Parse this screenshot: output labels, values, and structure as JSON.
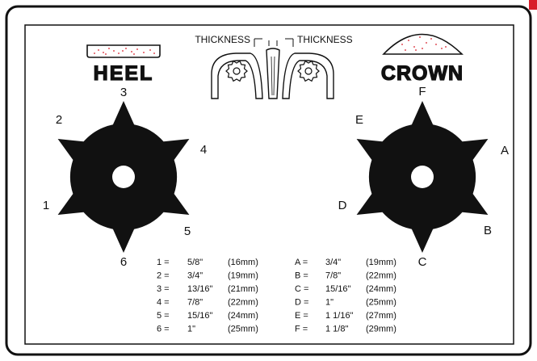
{
  "colors": {
    "outline": "#111111",
    "wheel": "#111111",
    "speckle": "#d81e2a",
    "background": "#ffffff"
  },
  "profiles": {
    "heel_title": "HEEL",
    "crown_title": "CROWN",
    "thickness_left": "THICKNESS",
    "thickness_right": "THICKNESS"
  },
  "heel_positions": [
    "1",
    "2",
    "3",
    "4",
    "5",
    "6"
  ],
  "crown_positions": [
    "A",
    "B",
    "C",
    "D",
    "E",
    "F"
  ],
  "heel_table": [
    {
      "key": "1 =",
      "inch": "5/8\"",
      "mm": "(16mm)"
    },
    {
      "key": "2 =",
      "inch": "3/4\"",
      "mm": "(19mm)"
    },
    {
      "key": "3 =",
      "inch": "13/16\"",
      "mm": "(21mm)"
    },
    {
      "key": "4 =",
      "inch": "7/8\"",
      "mm": "(22mm)"
    },
    {
      "key": "5 =",
      "inch": "15/16\"",
      "mm": "(24mm)"
    },
    {
      "key": "6 =",
      "inch": "1\"",
      "mm": "(25mm)"
    }
  ],
  "crown_table": [
    {
      "key": "A =",
      "inch": "3/4\"",
      "mm": "(19mm)"
    },
    {
      "key": "B =",
      "inch": "7/8\"",
      "mm": "(22mm)"
    },
    {
      "key": "C =",
      "inch": "15/16\"",
      "mm": "(24mm)"
    },
    {
      "key": "D =",
      "inch": "1\"",
      "mm": "(25mm)"
    },
    {
      "key": "E =",
      "inch": "1 1/16\"",
      "mm": "(27mm)"
    },
    {
      "key": "F =",
      "inch": "1 1/8\"",
      "mm": "(29mm)"
    }
  ]
}
